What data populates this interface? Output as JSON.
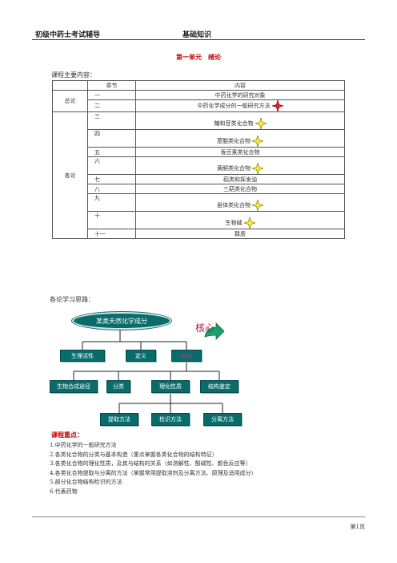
{
  "header": {
    "left": "初级中药士考试辅导",
    "center": "基础知识"
  },
  "unit_title": "第一单元　绪论",
  "toc_label": "课程主要内容：",
  "toc": {
    "columns": [
      "章节",
      "内容"
    ],
    "groups": [
      {
        "category": "总论",
        "rows": [
          {
            "chapter": "一",
            "content": "中药化学的研究对象",
            "star": ""
          },
          {
            "chapter": "二",
            "content": "中药化学成分的一般研究方法",
            "star": "red"
          }
        ]
      },
      {
        "category": "各论",
        "rows": [
          {
            "chapter": "三",
            "content": "糖和苷类化合物",
            "star": "yellow"
          },
          {
            "chapter": "四",
            "content": "蒽醌类化合物",
            "star": "yellow"
          },
          {
            "chapter": "五",
            "content": "香豆素类化合物",
            "star": ""
          },
          {
            "chapter": "六",
            "content": "黄酮类化合物",
            "star": "yellow"
          },
          {
            "chapter": "七",
            "content": "萜类和挥发油",
            "star": ""
          },
          {
            "chapter": "八",
            "content": "三萜类化合物",
            "star": ""
          },
          {
            "chapter": "九",
            "content": "甾体类化合物",
            "star": "yellow"
          },
          {
            "chapter": "十",
            "content": "生物碱",
            "star": "yellow"
          },
          {
            "chapter": "十一",
            "content": "鞣质",
            "star": ""
          }
        ]
      }
    ]
  },
  "diagram_label": "各论学习思路：",
  "diagram": {
    "root": "某类天然化学成分",
    "core_label": "核心",
    "level1": [
      "生理活性",
      "定义",
      "结构"
    ],
    "level2": [
      "生物合成途径",
      "分类",
      "理化性质",
      "结构鉴定"
    ],
    "level3": [
      "提取方法",
      "检识方法",
      "分离方法"
    ]
  },
  "points_title": "课程重点：",
  "points": [
    "1.中药化学的一般研究方法",
    "2.各类化合物的分类与基本构造（重点掌握各类化合物的结构特征）",
    "3.各类化合物的理化性质，及其与结构的关系（如溶解性、酸碱性、颜色反应等）",
    "4.各类化合物提取与分离的方法（掌握常用提取溶剂及分离方法、原理及适用成分）",
    "5.部分化合物结构检识的方法",
    "6.代表药物"
  ],
  "page_number": "第1页",
  "colors": {
    "accent_red": "#c00000",
    "box_teal": "#0a6b6b",
    "star_yellow": "#ffee33",
    "star_red": "#e8202a"
  }
}
